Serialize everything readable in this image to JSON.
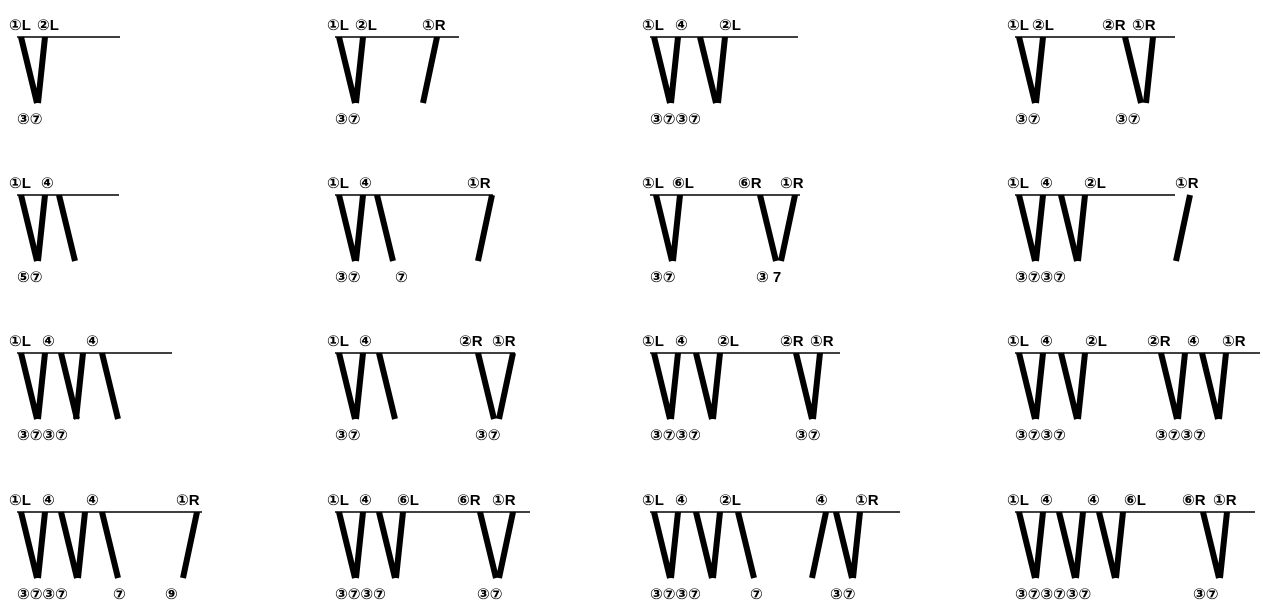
{
  "panels": [
    {
      "id": "p1",
      "top_labels": [
        "①L",
        "②L"
      ],
      "bottom_labels": [
        "③⑦"
      ]
    },
    {
      "id": "p2",
      "top_labels": [
        "①L",
        "②L",
        "①R"
      ],
      "bottom_labels": [
        "③⑦"
      ]
    },
    {
      "id": "p3",
      "top_labels": [
        "①L",
        "④",
        "②L"
      ],
      "bottom_labels": [
        "③⑦③⑦"
      ]
    },
    {
      "id": "p4",
      "top_labels": [
        "①L",
        "②L",
        "②R",
        "①R"
      ],
      "bottom_labels": [
        "③⑦",
        "③⑦"
      ]
    },
    {
      "id": "p5",
      "top_labels": [
        "①L",
        "④"
      ],
      "bottom_labels": [
        "⑤⑦"
      ]
    },
    {
      "id": "p6",
      "top_labels": [
        "①L",
        "④",
        "①R"
      ],
      "bottom_labels": [
        "③⑦",
        "⑦"
      ]
    },
    {
      "id": "p7",
      "top_labels": [
        "①L",
        "⑥L",
        "⑥R",
        "①R"
      ],
      "bottom_labels": [
        "③⑦",
        "③ 7"
      ]
    },
    {
      "id": "p8",
      "top_labels": [
        "①L",
        "④",
        "②L",
        "①R"
      ],
      "bottom_labels": [
        "③⑦③⑦"
      ]
    },
    {
      "id": "p9",
      "top_labels": [
        "①L",
        "④",
        "④"
      ],
      "bottom_labels": [
        "③⑦③⑦"
      ]
    },
    {
      "id": "p10",
      "top_labels": [
        "①L",
        "④",
        "②R",
        "①R"
      ],
      "bottom_labels": [
        "③⑦",
        "③⑦"
      ]
    },
    {
      "id": "p11",
      "top_labels": [
        "①L",
        "④",
        "②L",
        "②R",
        "①R"
      ],
      "bottom_labels": [
        "③⑦③⑦",
        "③⑦"
      ]
    },
    {
      "id": "p12",
      "top_labels": [
        "①L",
        "④",
        "②L",
        "②R",
        "④",
        "①R"
      ],
      "bottom_labels": [
        "③⑦③⑦",
        "③⑦③⑦"
      ]
    },
    {
      "id": "p13",
      "top_labels": [
        "①L",
        "④",
        "④",
        "①R"
      ],
      "bottom_labels": [
        "③⑦③⑦",
        "⑦",
        "⑨"
      ]
    },
    {
      "id": "p14",
      "top_labels": [
        "①L",
        "④",
        "⑥L",
        "⑥R",
        "①R"
      ],
      "bottom_labels": [
        "③⑦③⑦",
        "③⑦"
      ]
    },
    {
      "id": "p15",
      "top_labels": [
        "①L",
        "④",
        "②L",
        "④",
        "①R"
      ],
      "bottom_labels": [
        "③⑦③⑦",
        "⑦",
        "③⑦"
      ]
    },
    {
      "id": "p16",
      "top_labels": [
        "①L",
        "④",
        "④",
        "⑥L",
        "⑥R",
        "①R"
      ],
      "bottom_labels": [
        "③⑦③⑦③⑦",
        "③⑦"
      ]
    }
  ]
}
